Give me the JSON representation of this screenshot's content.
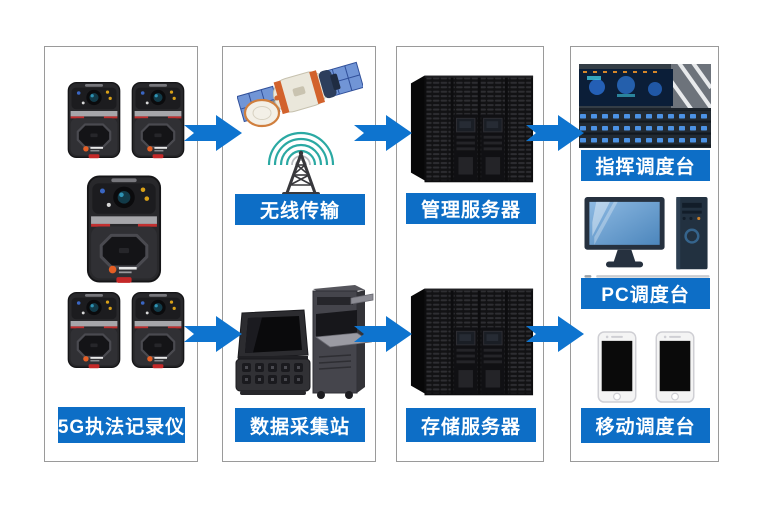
{
  "diagram_labels": {
    "recorder": "5G执法记录仪",
    "wireless": "无线传输",
    "collection": "数据采集站",
    "management_server": "管理服务器",
    "storage_server": "存储服务器",
    "command_console": "指挥调度台",
    "pc_console": "PC调度台",
    "mobile_console": "移动调度台"
  },
  "colors": {
    "label_bar_blue": "#0d6ec6",
    "arrow_blue": "#0e74cf",
    "box_border_gray": "#9a9a9a",
    "signal_teal": "#2ba9a3",
    "server_black": "#0d0d0f",
    "pc_navy": "#26313f"
  },
  "icons": {
    "body_camera": "body-camera-icon (x5, dark device with lens, red clip)",
    "satellite": "satellite-icon (solar panels + dish)",
    "radio_tower": "radio-tower-icon with teal signal arcs",
    "collection_case": "portable-collection-case-icon",
    "collection_kiosk": "collection-kiosk-icon",
    "server_rack": "server-rack-icon (x2, 4-bay black racks)",
    "control_room": "control-room-photo",
    "desktop_pc": "desktop-pc-icon (monitor + tower)",
    "smartphone": "smartphone-icon (x2)",
    "flow_arrow": "notched right arrow (x6)"
  }
}
